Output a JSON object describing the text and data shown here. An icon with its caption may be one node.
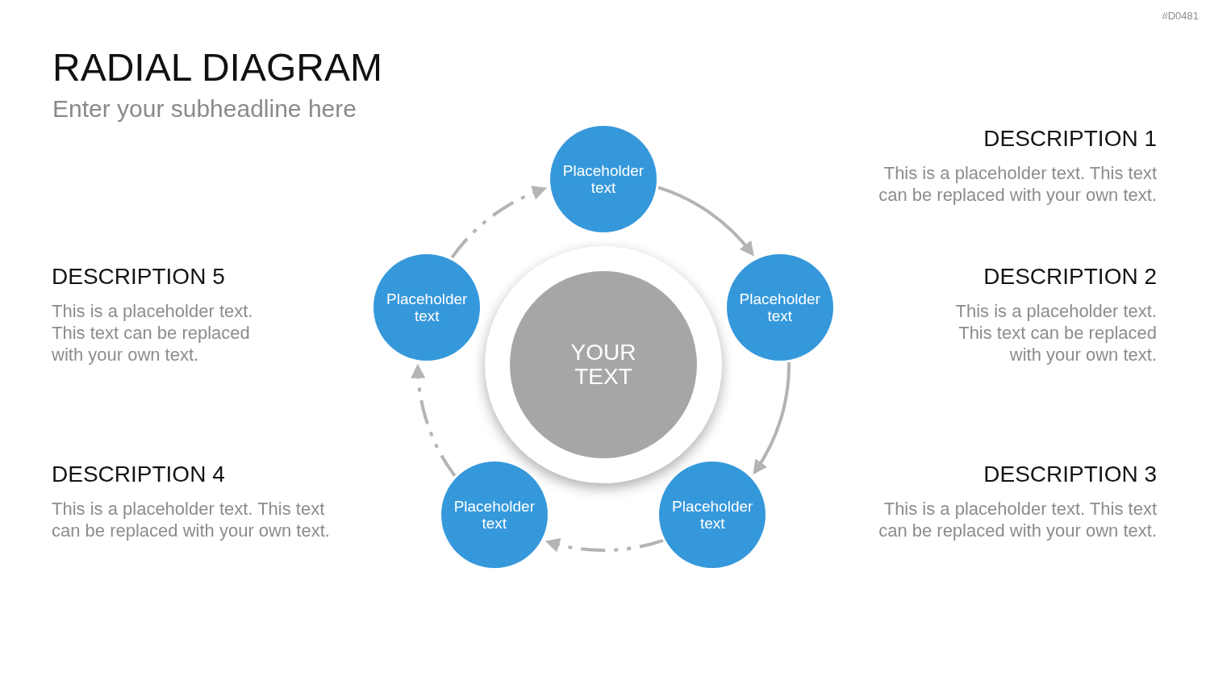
{
  "diagram": {
    "title": "RADIAL DIAGRAM",
    "nodes": [
      {
        "text": [
          "Placeholder text"
        ]
      },
      {
        "text": [
          "Placeholder text"
        ]
      },
      {
        "text": [
          "Placeholder text"
        ]
      },
      {
        "text": [
          "Placeholder text"
        ]
      },
      {
        "text": [
          "Placeholder text"
        ]
      },
      {
        "text": [
          "YOUR TEXT"
        ]
      }
    ],
    "edges": [
      {
        "from": 0,
        "to": 1,
        "arrow": "to"
      },
      {
        "from": 1,
        "to": 2,
        "arrow": "to"
      },
      {
        "from": 2,
        "to": 3,
        "arrow": "to",
        "style": "dashed"
      },
      {
        "from": 3,
        "to": 4,
        "arrow": "to",
        "style": "dashed"
      },
      {
        "from": 4,
        "to": 0,
        "arrow": "to",
        "style": "dashed"
      }
    ],
    "labels": [
      "#D0481",
      "Enter your subheadline here",
      "DESCRIPTION 1",
      "This is a placeholder text. This text can be replaced with your own text.",
      "DESCRIPTION 5",
      "This is a placeholder text. This text can be replaced with your own text.",
      "DESCRIPTION 2",
      "This is a placeholder text. This text can be replaced with your own text.",
      "DESCRIPTION 4",
      "This is a placeholder text. This text can be replaced with your own text.",
      "DESCRIPTION 3",
      "This is a placeholder text. This text can be replaced with your own text."
    ]
  }
}
